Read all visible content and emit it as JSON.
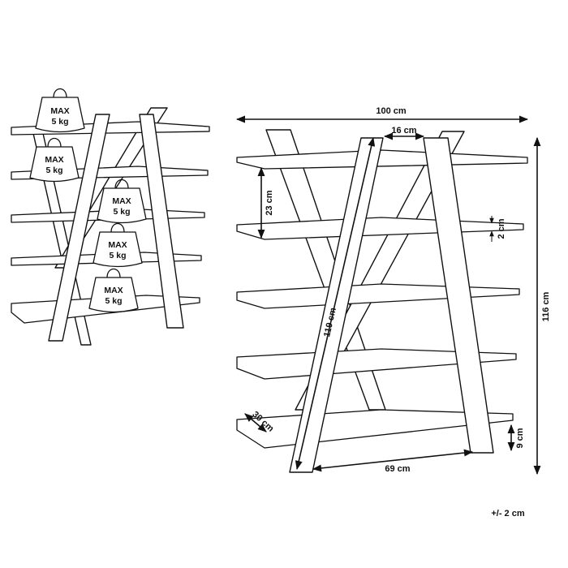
{
  "weights": [
    {
      "line1": "MAX",
      "line2": "5 kg"
    },
    {
      "line1": "MAX",
      "line2": "5 kg"
    },
    {
      "line1": "MAX",
      "line2": "5 kg"
    },
    {
      "line1": "MAX",
      "line2": "5 kg"
    },
    {
      "line1": "MAX",
      "line2": "5 kg"
    }
  ],
  "dimensions": {
    "total_width": "100 cm",
    "top_leg_spread": "16 cm",
    "shelf_spacing": "23 cm",
    "shelf_thickness": "2 cm",
    "height": "116 cm",
    "leg_length": "119 cm",
    "depth": "30 cm",
    "bottom_clearance": "9 cm",
    "bottom_leg_spread": "69 cm"
  },
  "tolerance": "+/- 2 cm"
}
